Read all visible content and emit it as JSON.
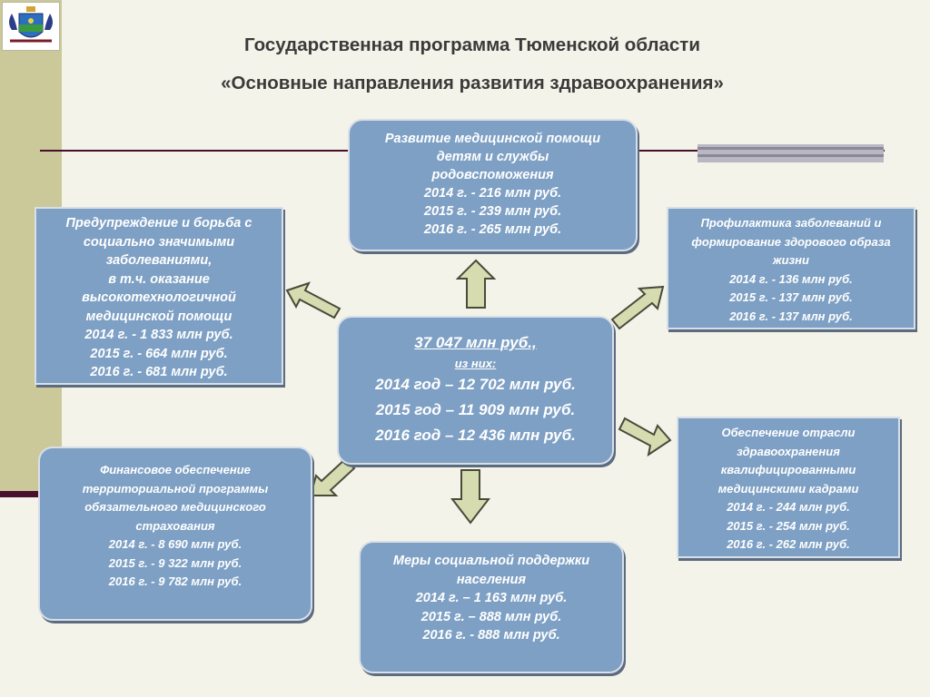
{
  "header": {
    "title_line1": "Государственная программа Тюменской области",
    "title_line2": "«Основные направления развития здравоохранения»"
  },
  "logo": {
    "icon": "coat-of-arms-icon"
  },
  "center": {
    "lines": [
      "37 047 млн руб.,",
      "из них:",
      "2014 год – 12 702 млн руб.",
      "2015 год – 11 909 млн руб.",
      "2016 год – 12 436 млн руб."
    ]
  },
  "boxes": {
    "children": {
      "lines": [
        "Развитие медицинской помощи",
        "детям и службы",
        "родовспоможения",
        "2014 г. -  216 млн руб.",
        "2015 г. -  239 млн руб.",
        "2016 г. -  265 млн руб."
      ]
    },
    "social_diseases": {
      "lines": [
        "Предупреждение и борьба с",
        "социально значимыми",
        "заболеваниями,",
        "в т.ч. оказание",
        "высокотехнологичной",
        "медицинской помощи",
        "2014 г. -  1 833 млн руб.",
        "2015 г. -  664 млн руб.",
        "2016 г. -  681 млн руб."
      ]
    },
    "prevention": {
      "lines": [
        "Профилактика заболеваний и",
        "формирование здорового образа",
        "жизни",
        "2014 г. -  136 млн руб.",
        "2015 г. -  137 млн руб.",
        "2016 г. -  137 млн руб."
      ]
    },
    "staff": {
      "lines": [
        "Обеспечение отрасли",
        "здравоохранения",
        "квалифицированными",
        "медицинскими кадрами",
        "2014 г. -  244 млн руб.",
        "2015 г. -  254 млн руб.",
        "2016 г. -  262 млн руб."
      ]
    },
    "insurance": {
      "lines": [
        "Финансовое обеспечение",
        "территориальной программы",
        "обязательного медицинского",
        "страхования",
        "2014 г. -  8 690 млн руб.",
        "2015 г. -  9 322 млн руб.",
        "2016 г. -  9 782 млн руб."
      ]
    },
    "social_support": {
      "lines": [
        "Меры социальной поддержки",
        "населения",
        "2014 г. – 1 163 млн руб.",
        "2015 г. – 888 млн руб.",
        "2016 г. -  888 млн руб."
      ]
    }
  },
  "colors": {
    "box_fill": "#7ea0c4",
    "arrow_fill": "#d6dcb0",
    "accent_rule": "#4a0f2d",
    "sidebar": "#cbc89a"
  }
}
